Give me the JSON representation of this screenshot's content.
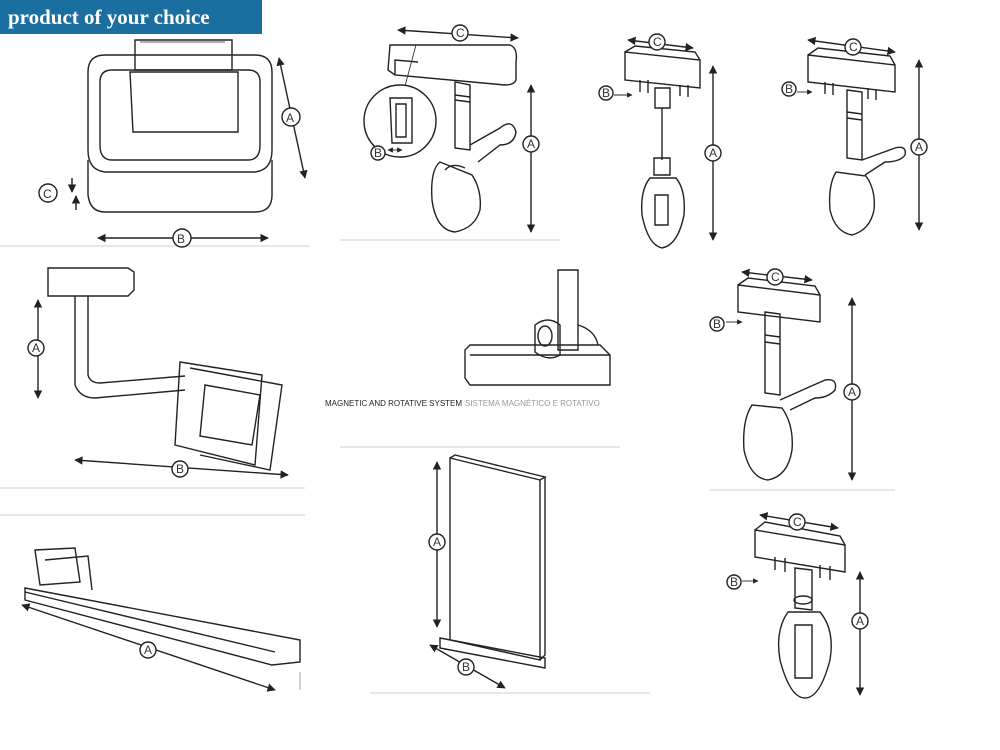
{
  "banner": {
    "text": "product of your choice",
    "color": "#1b6fa0"
  },
  "dimension_labels": {
    "a": "A",
    "b": "B",
    "c": "C"
  },
  "captions": {
    "magnetic_en": "MAGNETIC AND ROTATIVE SYSTEM",
    "magnetic_es": "SISTEMA MAGNÉTICO E ROTATIVO"
  },
  "products": [
    {
      "name": "square-base-holder",
      "dims": [
        "A",
        "B",
        "C"
      ]
    },
    {
      "name": "clip-holder-small-knob",
      "dims": [
        "A",
        "B",
        "C"
      ]
    },
    {
      "name": "clip-holder-swivel",
      "dims": [
        "A",
        "B",
        "C"
      ]
    },
    {
      "name": "clip-holder-lever",
      "dims": [
        "A",
        "B",
        "C"
      ]
    },
    {
      "name": "arm-bracket-holder",
      "dims": [
        "A",
        "B"
      ]
    },
    {
      "name": "magnetic-rotative-base",
      "dims": []
    },
    {
      "name": "clip-holder-lever-large",
      "dims": [
        "A",
        "B",
        "C"
      ]
    },
    {
      "name": "shelf-strip",
      "dims": [
        "A"
      ]
    },
    {
      "name": "t-stand-frame",
      "dims": [
        "A",
        "B"
      ]
    },
    {
      "name": "spring-clip-holder",
      "dims": [
        "A",
        "B",
        "C"
      ]
    }
  ]
}
